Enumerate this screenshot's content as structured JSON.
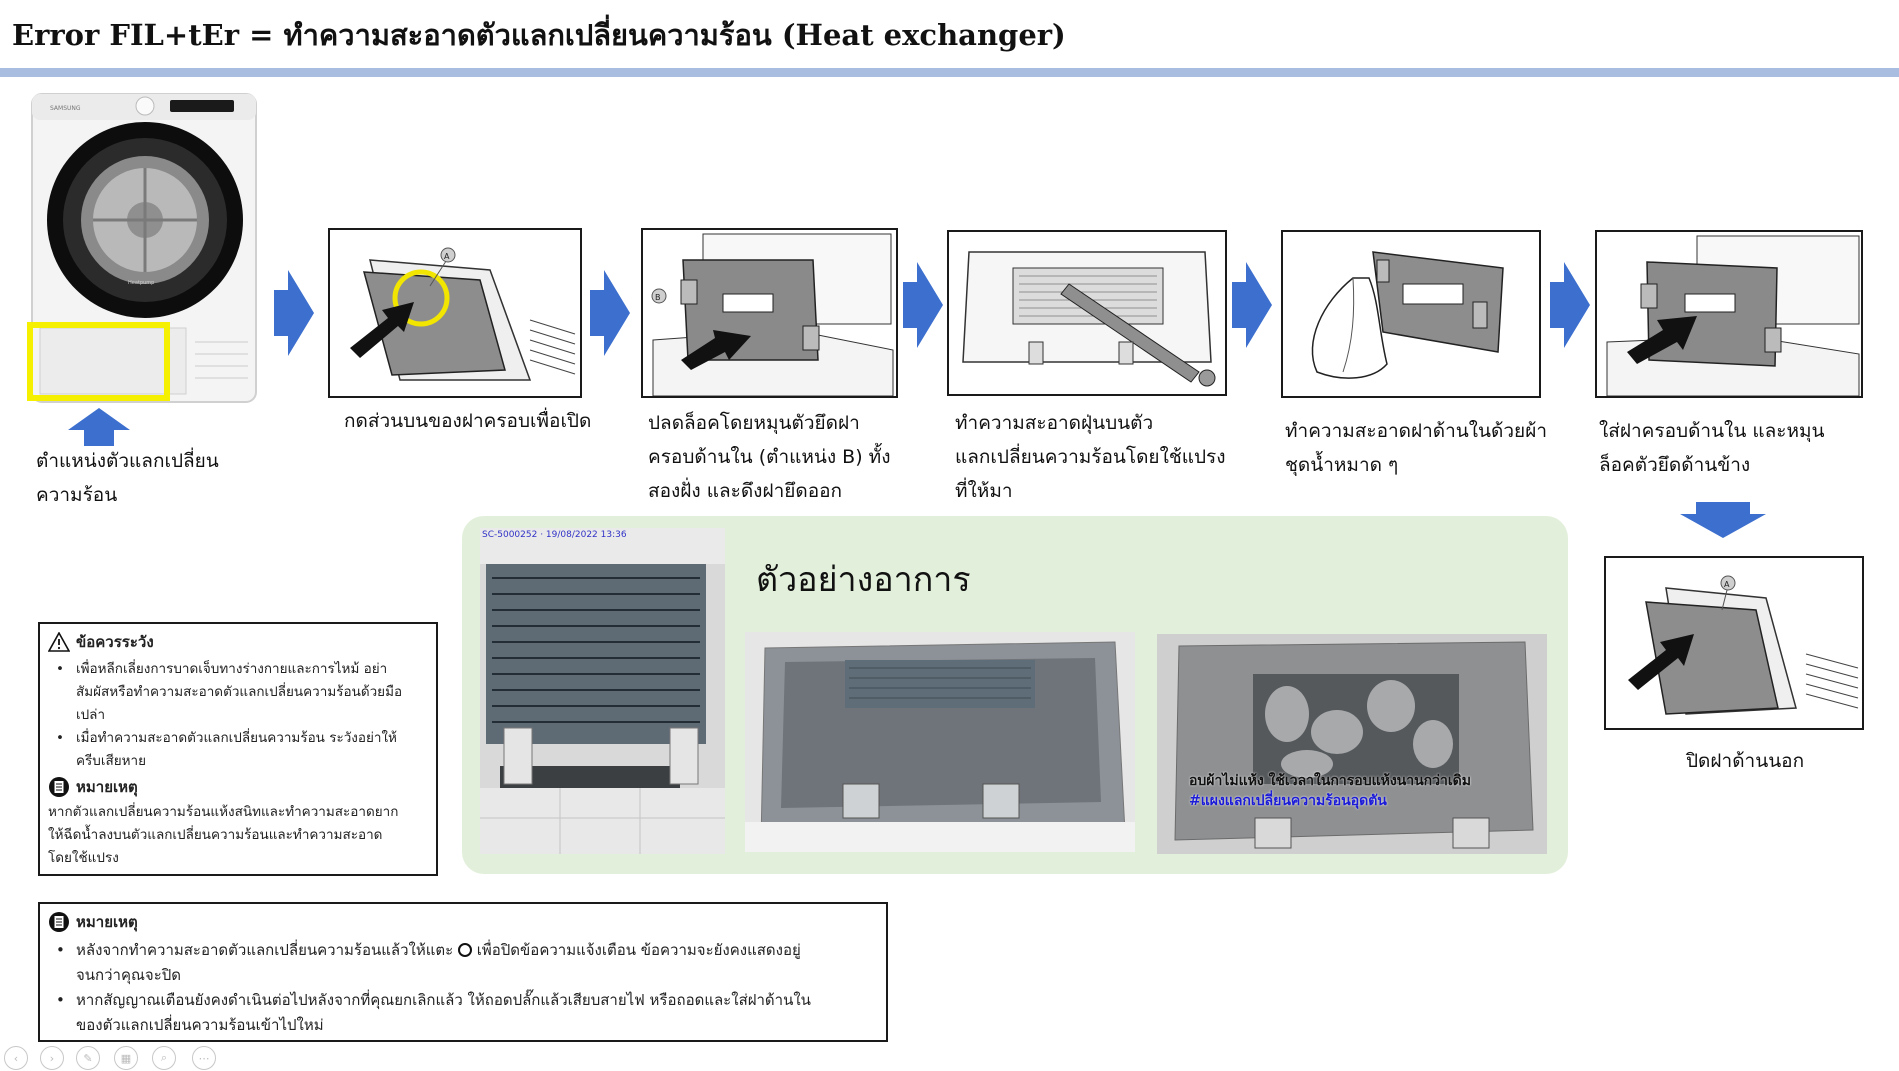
{
  "title": "Error FIL+tEr = ทำความสะอาดตัวแลกเปลี่ยนความร้อน (Heat exchanger)",
  "colors": {
    "rule": "#a9bde0",
    "arrow": "#3c6fce",
    "highlight": "#f5f000",
    "panel": "#e2efda",
    "photo_caption_blue": "#1b1bd8"
  },
  "dryer": {
    "brand": "SAMSUNG",
    "label": "Heatpump",
    "caption_line1": "ตำแหน่งตัวแลกเปลี่ยน",
    "caption_line2": "ความร้อน"
  },
  "steps": [
    {
      "lines": [
        "กดส่วนบนของฝาครอบเพื่อเปิด"
      ],
      "marker": "A"
    },
    {
      "lines": [
        "ปลดล็อคโดยหมุนตัวยึดฝา",
        "ครอบด้านใน (ตำแหน่ง B) ทั้ง",
        "สองฝั่ง และดึงฝายึดออก"
      ],
      "marker": "B"
    },
    {
      "lines": [
        "ทำความสะอาดฝุ่นบนตัว",
        "แลกเปลี่ยนความร้อนโดยใช้แปรง",
        "ที่ให้มา"
      ]
    },
    {
      "lines": [
        "ทำความสะอาดฝาด้านในด้วยผ้า",
        "ชุดน้ำหมาด ๆ"
      ]
    },
    {
      "lines": [
        "ใส่ฝาครอบด้านใน และหมุน",
        "ล็อคตัวยึดด้านข้าง"
      ]
    },
    {
      "lines": [
        "ปิดฝาด้านนอก"
      ],
      "marker": "A"
    }
  ],
  "examples": {
    "title": "ตัวอย่างอาการ",
    "photo1_stamp": "SC-5000252 · 19/08/2022 13:36",
    "photo3_text1": "อบผ้าไม่แห้ง ใช้เวลาในการอบแห้งนานกว่าเดิม",
    "photo3_text2": "#แผงแลกเปลี่ยนความร้อนอุดตัน"
  },
  "caution": {
    "title": "ข้อควรระวัง",
    "items": [
      [
        "เพื่อหลีกเลี่ยงการบาดเจ็บทางร่างกายและการไหม้ อย่า",
        "สัมผัสหรือทำความสะอาดตัวแลกเปลี่ยนความร้อนด้วยมือ",
        "เปล่า"
      ],
      [
        "เมื่อทำความสะอาดตัวแลกเปลี่ยนความร้อน ระวังอย่าให้",
        "ครีบเสียหาย"
      ]
    ],
    "note_title": "หมายเหตุ",
    "note_lines": [
      "หากตัวแลกเปลี่ยนความร้อนแห้งสนิทและทำความสะอาดยาก",
      "ให้ฉีดน้ำลงบนตัวแลกเปลี่ยนความร้อนและทำความสะอาด",
      "โดยใช้แปรง"
    ]
  },
  "note2": {
    "title": "หมายเหตุ",
    "items": [
      [
        "หลังจากทำความสะอาดตัวแลกเปลี่ยนความร้อนแล้วให้แตะ",
        "เพื่อปิดข้อความแจ้งเตือน ข้อความจะยังคงแสดงอยู่",
        "จนกว่าคุณจะปิด"
      ],
      [
        "หากสัญญาณเตือนยังคงดำเนินต่อไปหลังจากที่คุณยกเลิกแล้ว ให้ถอดปลั๊กแล้วเสียบสายไฟ หรือถอดและใส่ฝาด้านใน",
        "ของตัวแลกเปลี่ยนความร้อนเข้าไปใหม่"
      ]
    ]
  }
}
